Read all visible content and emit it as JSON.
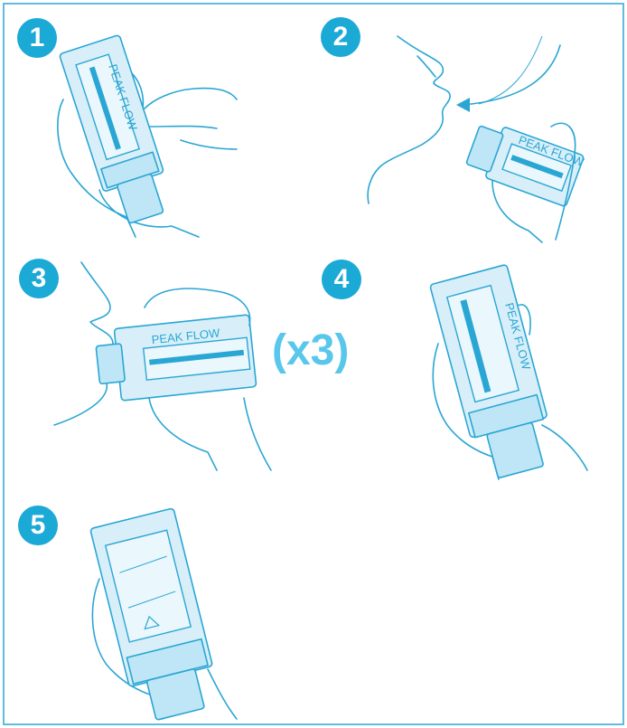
{
  "steps": [
    {
      "number": "1",
      "device_label": "PEAK FLOW"
    },
    {
      "number": "2",
      "device_label": "PEAK FLOW"
    },
    {
      "number": "3",
      "device_label": "PEAK FLOW"
    },
    {
      "number": "4",
      "device_label": "PEAK FLOW"
    },
    {
      "number": "5",
      "device_label": ""
    }
  ],
  "repeat_label": "(x3)",
  "colors": {
    "accent": "#1ba9d6",
    "line": "#2aa6d4",
    "fill": "#d8eff9",
    "repeat_text": "#59c7ec"
  },
  "icons": [
    "peak-flow-meter-icon",
    "hand-icon",
    "face-profile-icon",
    "breath-arrow-icon",
    "warning-triangle-icon"
  ]
}
